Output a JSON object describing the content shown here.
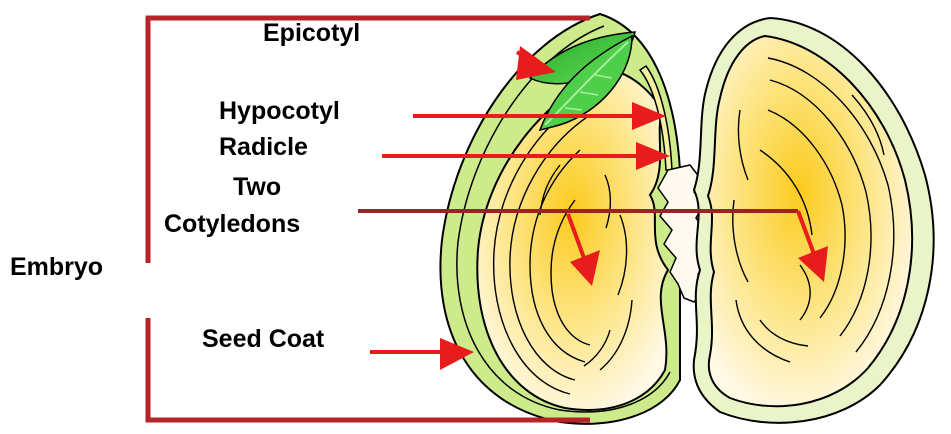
{
  "labels": {
    "epicotyl": "Epicotyl",
    "hypocotyl": "Hypocotyl",
    "radicle": "Radicle",
    "two": "Two",
    "cotyledons": "Cotyledons",
    "embryo": "Embryo",
    "seed_coat": "Seed Coat"
  },
  "colors": {
    "arrow": "#e81c1c",
    "bracket": "#b8232a",
    "cotyledon_line": "#9c2226",
    "seed_coat": "#cdeb8b",
    "cotyledon_center": "#fccb1d",
    "cotyledon_edge": "#fff9e6",
    "leaf": "#3fc43f",
    "outline": "#000000"
  },
  "icons": {
    "seed": "seed-cross-section",
    "leaf": "leaf-icon"
  }
}
